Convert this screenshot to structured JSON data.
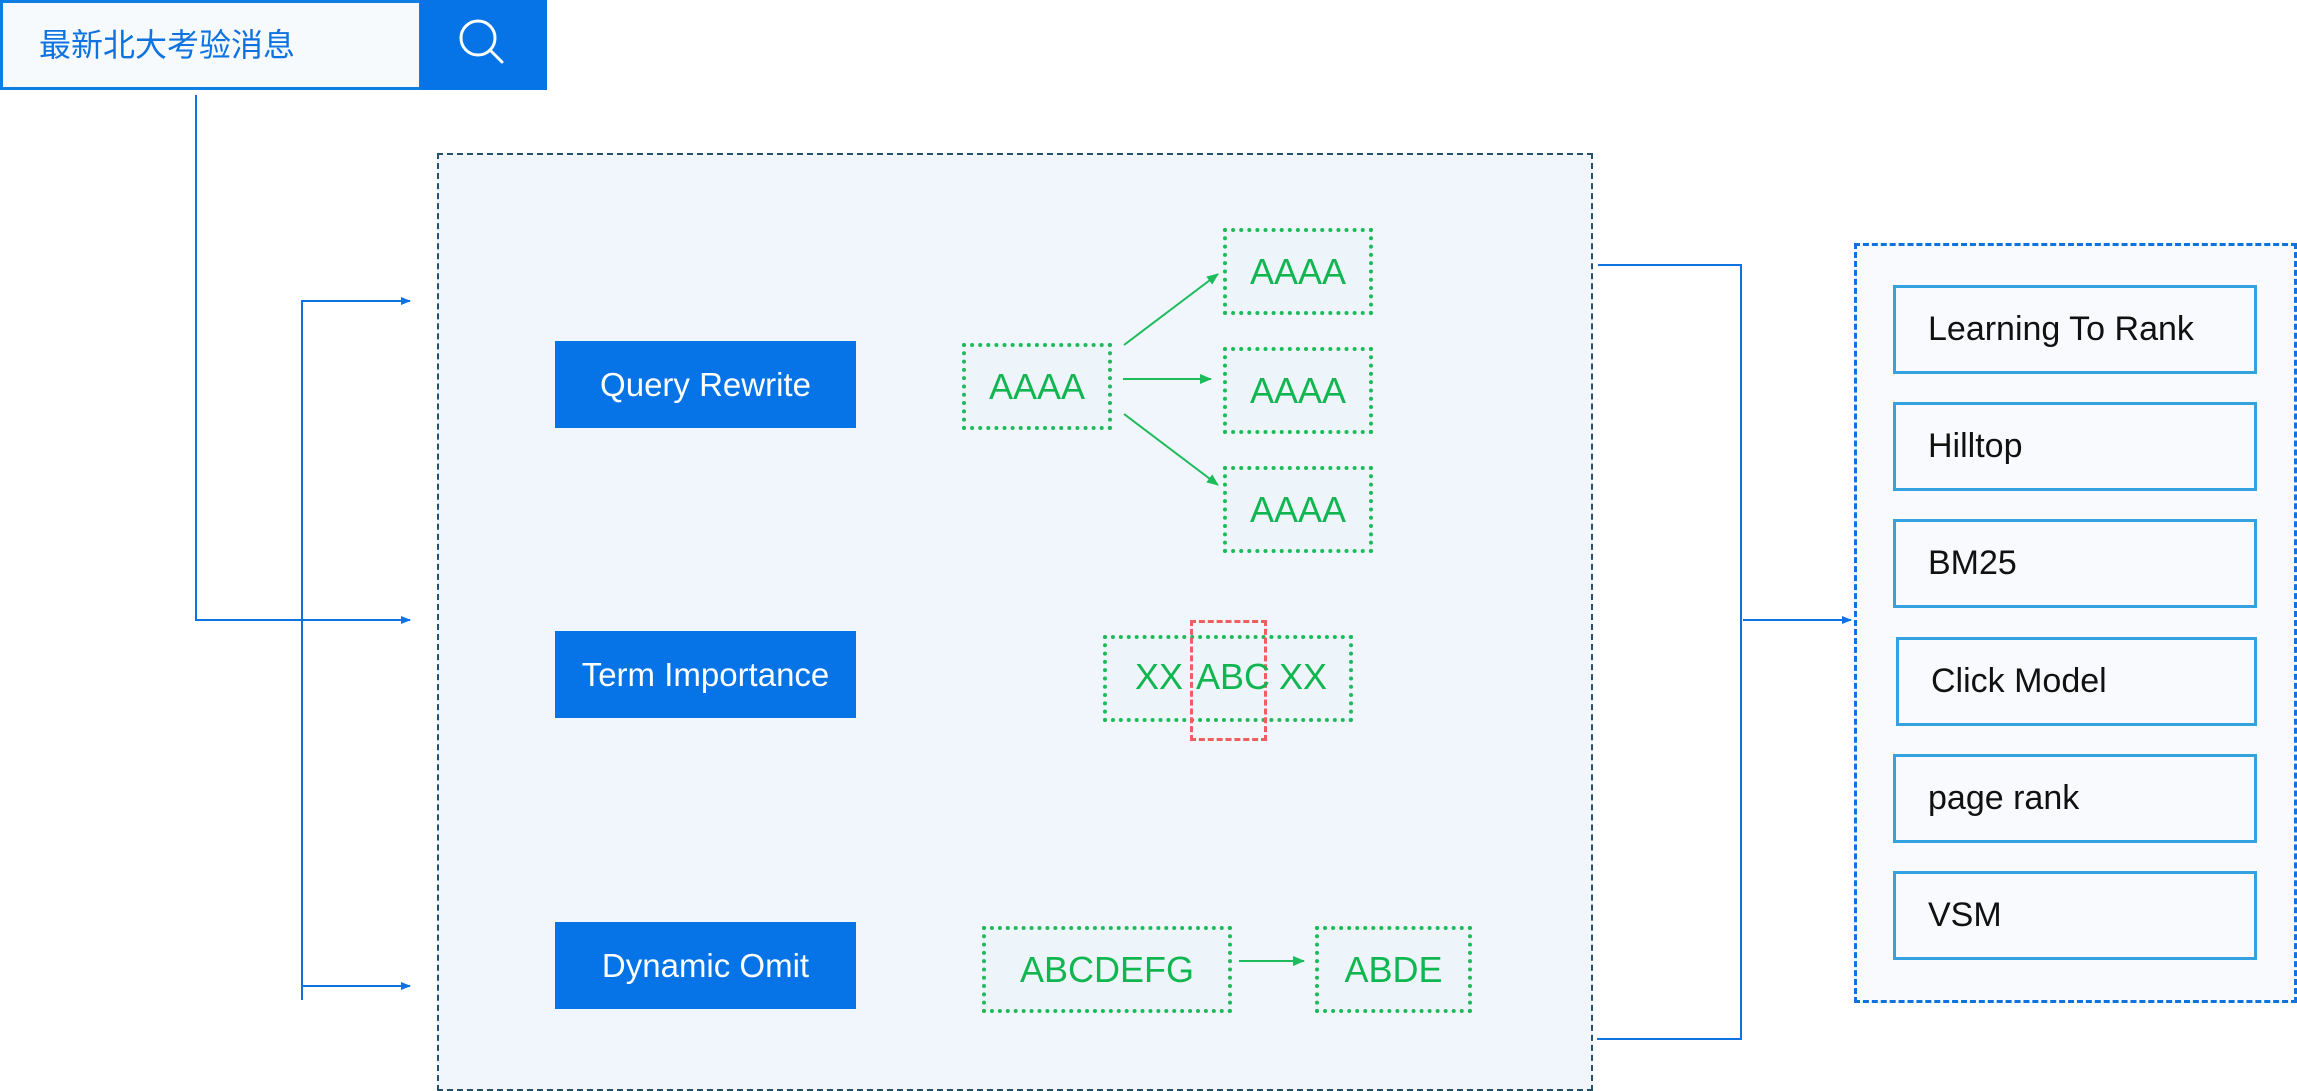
{
  "search": {
    "query": "最新北大考验消息",
    "button_icon": "search-icon"
  },
  "stages": [
    {
      "label": "Query Rewrite"
    },
    {
      "label": "Term Importance"
    },
    {
      "label": "Dynamic Omit"
    }
  ],
  "query_rewrite": {
    "source": "AAAA",
    "targets": [
      "AAAA",
      "AAAA",
      "AAAA"
    ]
  },
  "term_importance": {
    "left": "XX",
    "highlight": "ABC",
    "right": "XX"
  },
  "dynamic_omit": {
    "source": "ABCDEFG",
    "result": "ABDE"
  },
  "ranking_methods": [
    "Learning To Rank",
    "Hilltop",
    "BM25",
    "Click Model",
    "page rank",
    "VSM"
  ],
  "colors": {
    "primary_blue": "#0673e7",
    "green": "#12b651",
    "red_highlight": "#ef5f5f",
    "panel_bg": "#f1f6fc"
  }
}
